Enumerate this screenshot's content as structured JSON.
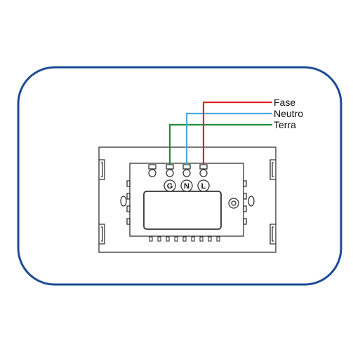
{
  "colors": {
    "frame": "#1d4a96",
    "fase": "#e02020",
    "neutro": "#4aa8d8",
    "terra": "#1f8a3a",
    "outline": "#333333"
  },
  "wires": [
    {
      "label": "Fase",
      "color_key": "fase",
      "terminal": "L"
    },
    {
      "label": "Neutro",
      "color_key": "neutro",
      "terminal": "N"
    },
    {
      "label": "Terra",
      "color_key": "terra",
      "terminal": "G"
    }
  ],
  "terminals": [
    "G",
    "N",
    "L"
  ]
}
